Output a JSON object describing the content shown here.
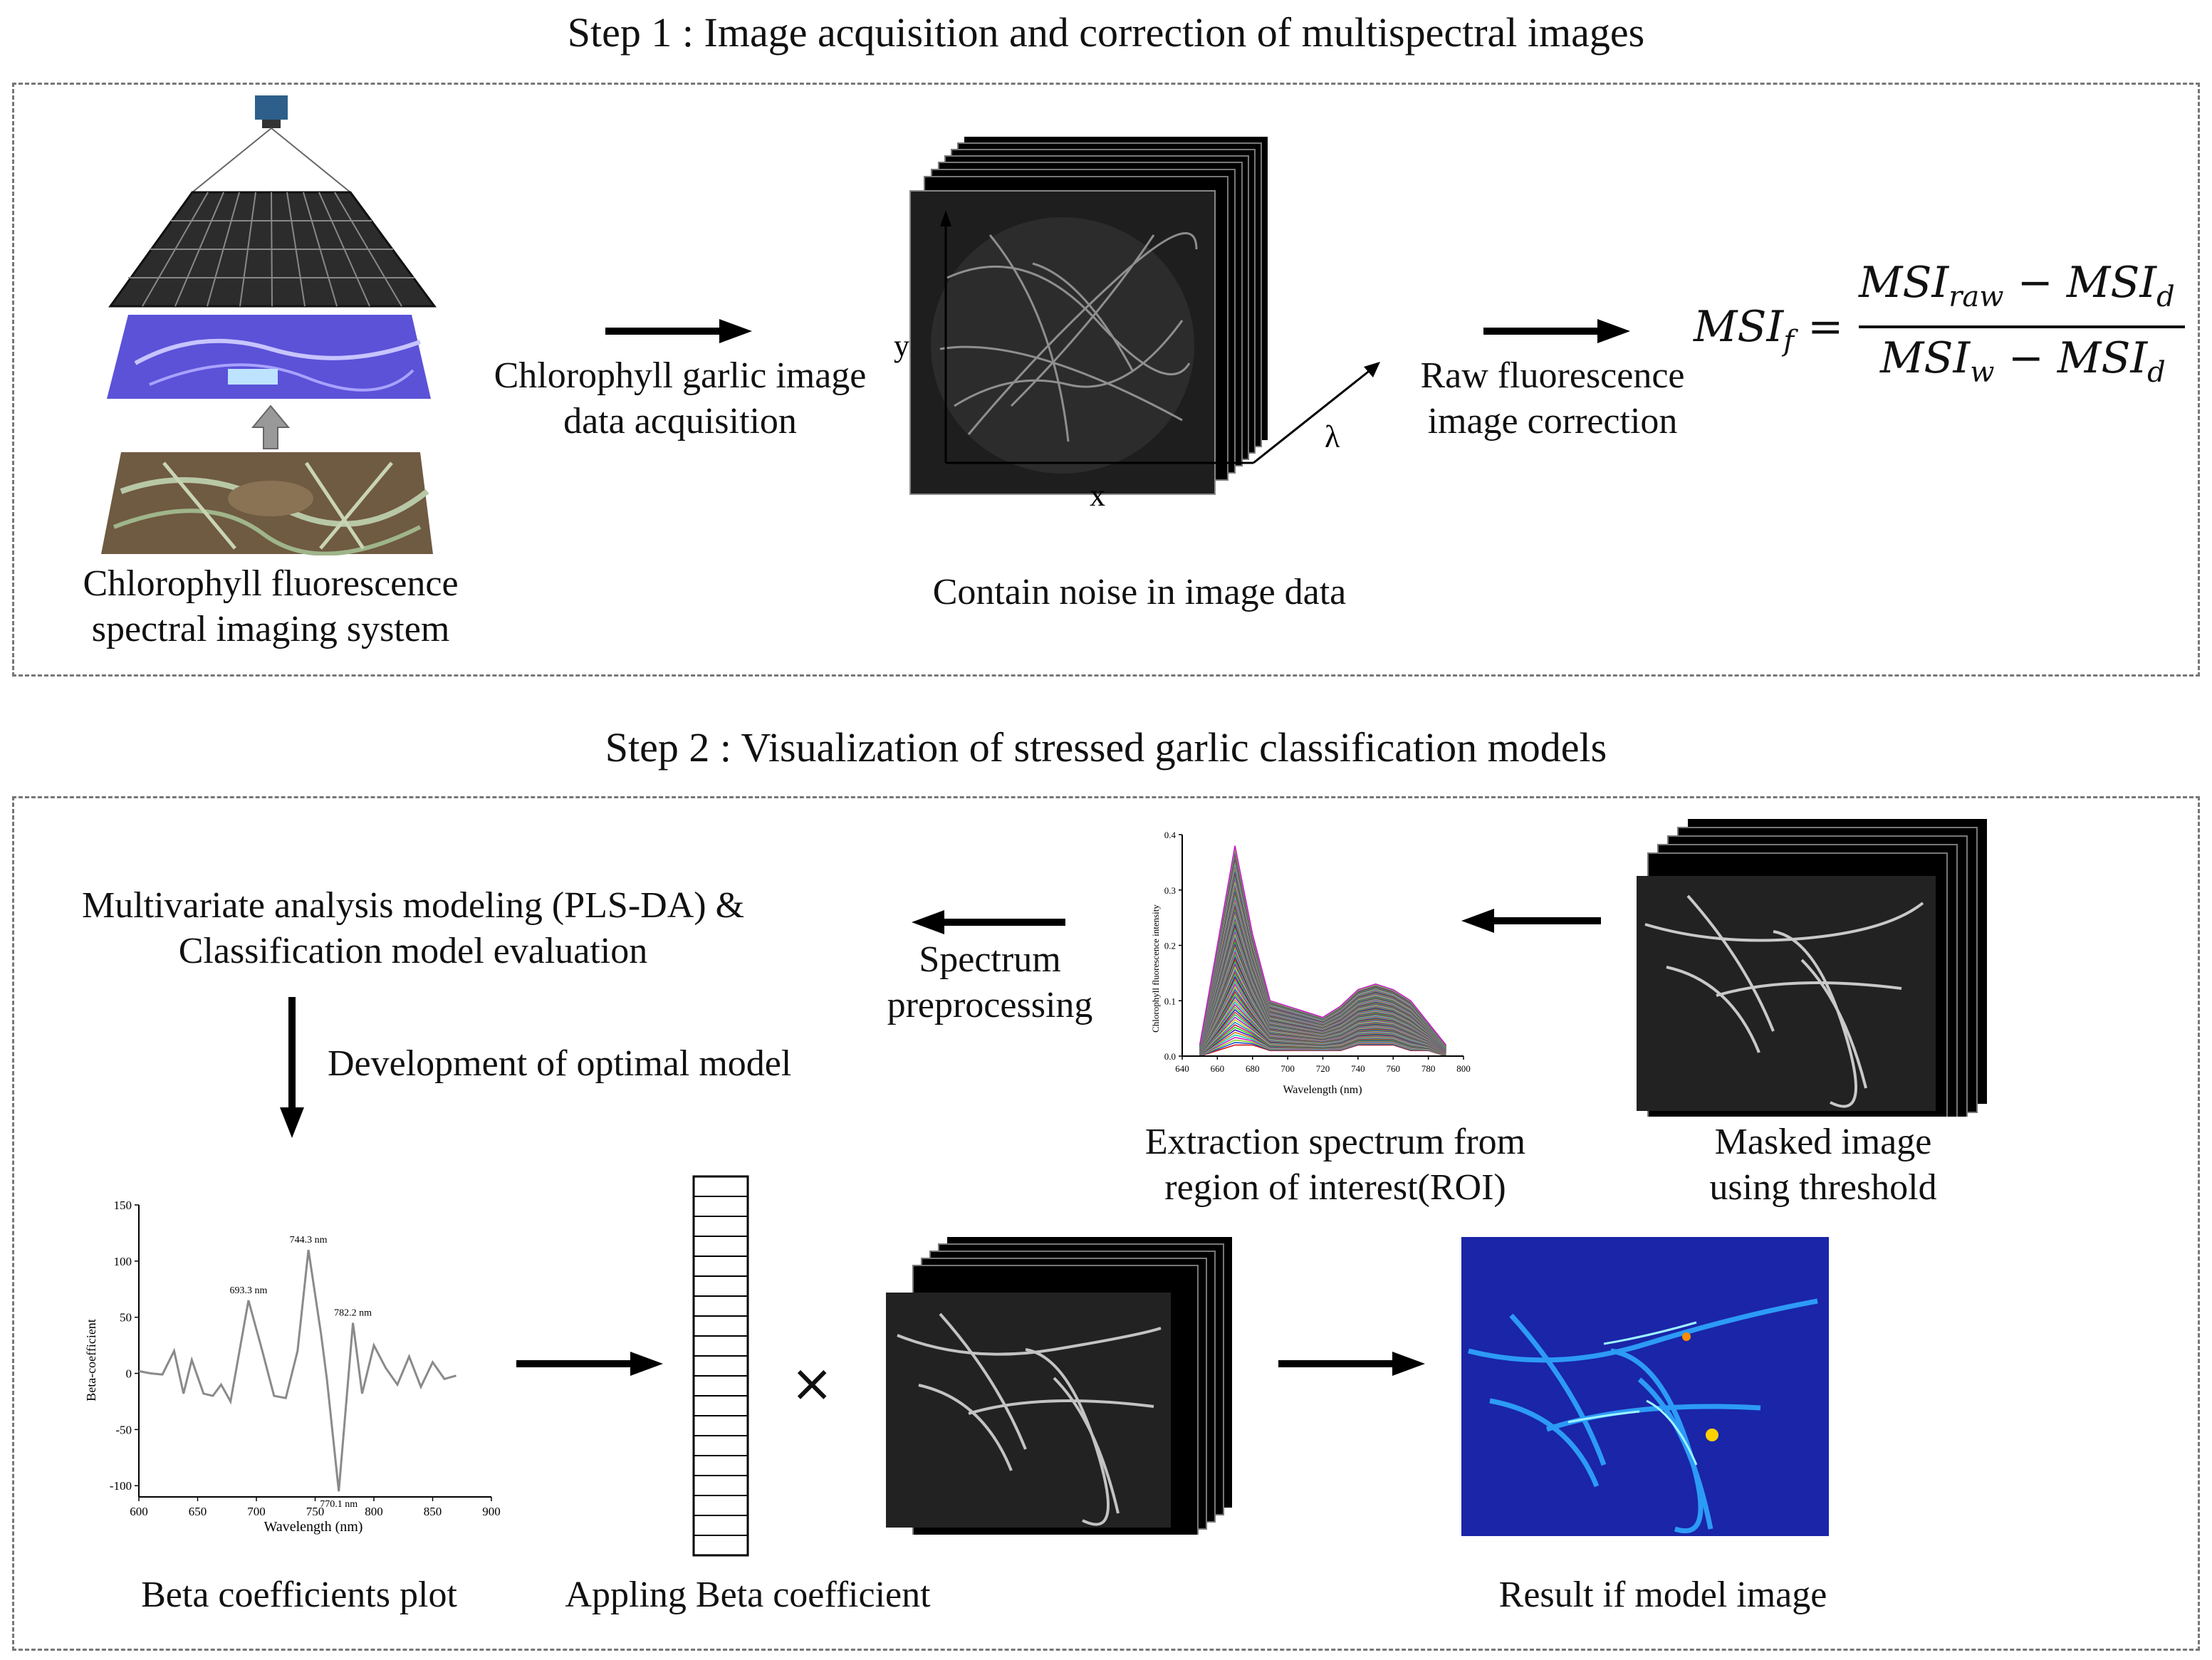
{
  "step1": {
    "title": "Step 1 : Image acquisition and correction of multispectral images",
    "system_label": [
      "Chlorophyll fluorescence",
      "spectral imaging system"
    ],
    "acquisition_label": [
      "Chlorophyll garlic image",
      "data acquisition"
    ],
    "cube_axes": {
      "x": "x",
      "y": "y",
      "lambda": "λ"
    },
    "noise_label": "Contain noise in image data",
    "correction_label": [
      "Raw fluorescence",
      "image correction"
    ],
    "formula": {
      "lhs": "MSI",
      "lhs_sub": "f",
      "num_a": "MSI",
      "num_a_sub": "raw",
      "num_b": "MSI",
      "num_b_sub": "d",
      "den_a": "MSI",
      "den_a_sub": "w",
      "den_b": "MSI",
      "den_b_sub": "d"
    }
  },
  "step2": {
    "title": "Step 2 : Visualization of stressed garlic classification models",
    "modeling_label": [
      "Multivariate analysis modeling (PLS-DA) &",
      "Classification model evaluation"
    ],
    "preproc_label": [
      "Spectrum",
      "preprocessing"
    ],
    "optimal_label": "Development of optimal model",
    "roi_label": [
      "Extraction spectrum  from",
      "region of interest(ROI)"
    ],
    "masked_label": [
      "Masked image",
      "using  threshold"
    ],
    "beta_plot_label": "Beta coefficients plot",
    "applying_label": "Appling  Beta coefficient",
    "times_symbol": "×",
    "result_label": "Result if model image"
  },
  "chart_data": [
    {
      "type": "line",
      "title": "",
      "xlabel": "Wavelength (nm)",
      "ylabel": "Chlorophyll fluorescence intensity",
      "xlim": [
        640,
        800
      ],
      "ylim": [
        0.0,
        0.4
      ],
      "x_ticks": [
        "640",
        "660",
        "680",
        "700",
        "720",
        "740",
        "760",
        "780",
        "800"
      ],
      "y_ticks": [
        "0.0",
        "0.1",
        "0.2",
        "0.3",
        "0.4"
      ],
      "x": [
        650,
        660,
        670,
        680,
        690,
        700,
        710,
        720,
        730,
        740,
        750,
        760,
        770,
        780,
        790
      ],
      "envelope_max": [
        0.02,
        0.2,
        0.38,
        0.22,
        0.1,
        0.09,
        0.08,
        0.07,
        0.09,
        0.12,
        0.13,
        0.12,
        0.1,
        0.06,
        0.02
      ],
      "envelope_min": [
        0.0,
        0.01,
        0.02,
        0.02,
        0.01,
        0.01,
        0.01,
        0.01,
        0.01,
        0.02,
        0.02,
        0.02,
        0.01,
        0.01,
        0.0
      ],
      "series_count": 80
    },
    {
      "type": "line",
      "title": "",
      "xlabel": "Wavelength (nm)",
      "ylabel": "Beta-coefficient",
      "xlim": [
        600,
        900
      ],
      "ylim": [
        -110,
        150
      ],
      "x_ticks": [
        "600",
        "650",
        "700",
        "750",
        "800",
        "850",
        "900"
      ],
      "y_ticks": [
        "-100",
        "-50",
        "0",
        "50",
        "100",
        "150"
      ],
      "x": [
        600,
        610,
        620,
        630,
        638,
        645,
        655,
        663,
        670,
        678,
        693.3,
        705,
        715,
        725,
        735,
        744.3,
        755,
        760,
        770.1,
        782.2,
        790,
        800,
        810,
        820,
        830,
        840,
        850,
        860,
        870
      ],
      "values": [
        2,
        0,
        -1,
        20,
        -18,
        12,
        -18,
        -20,
        -10,
        -25,
        65,
        20,
        -20,
        -22,
        20,
        110,
        35,
        -5,
        -105,
        45,
        -18,
        25,
        5,
        -10,
        15,
        -12,
        10,
        -5,
        -2
      ],
      "annotations": [
        {
          "x": 693.3,
          "y": 65,
          "text": "693.3 nm"
        },
        {
          "x": 744.3,
          "y": 110,
          "text": "744.3 nm"
        },
        {
          "x": 782.2,
          "y": 45,
          "text": "782.2 nm"
        },
        {
          "x": 770.1,
          "y": -105,
          "text": "770.1 nm"
        }
      ]
    }
  ]
}
